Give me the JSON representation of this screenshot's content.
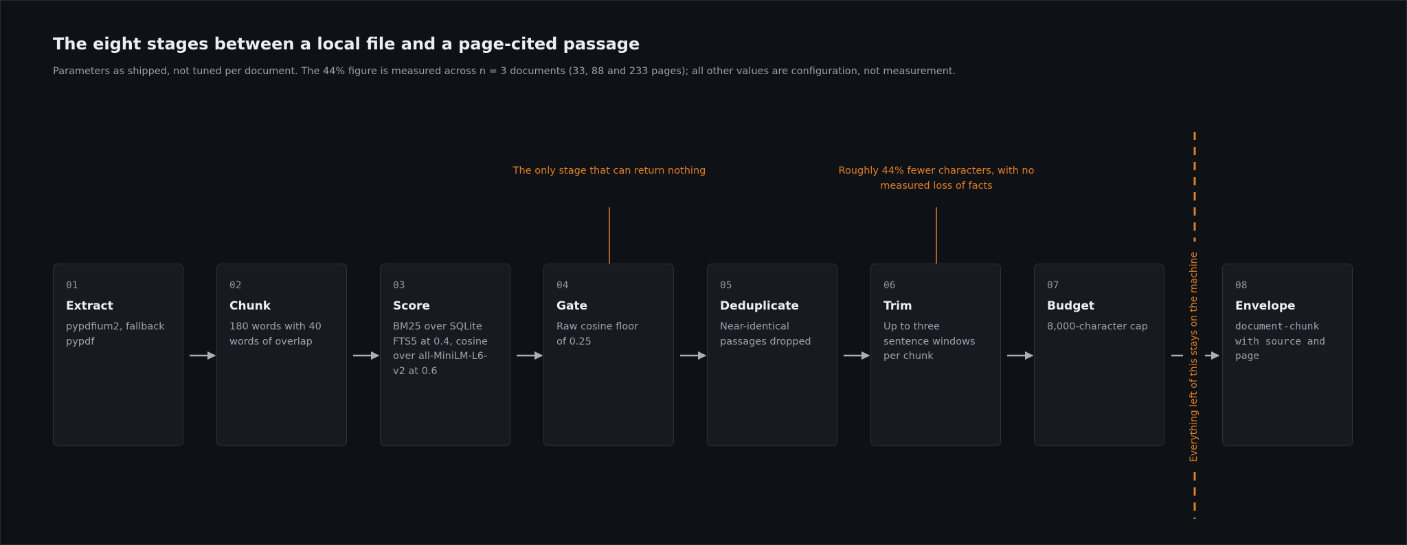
{
  "header": {
    "title": "The eight stages between a local file and a page-cited passage",
    "subtitle": "Parameters as shipped, not tuned per document. The 44% figure is measured across n = 3 documents (33, 88 and 233 pages); all other values are configuration, not measurement."
  },
  "stages": [
    {
      "num": "01",
      "name": "Extract",
      "desc": "pypdfium2, fallback pypdf"
    },
    {
      "num": "02",
      "name": "Chunk",
      "desc": "180 words with 40 words of overlap"
    },
    {
      "num": "03",
      "name": "Score",
      "desc": "BM25 over SQLite FTS5 at 0.4, cosine over all-MiniLM-L6-v2 at 0.6"
    },
    {
      "num": "04",
      "name": "Gate",
      "desc": "Raw cosine floor of 0.25"
    },
    {
      "num": "05",
      "name": "Deduplicate",
      "desc": "Near-identical passages dropped"
    },
    {
      "num": "06",
      "name": "Trim",
      "desc": "Up to three sentence windows per chunk"
    },
    {
      "num": "07",
      "name": "Budget",
      "desc": "8,000-character cap"
    },
    {
      "num": "08",
      "name": "Envelope",
      "desc": "document-chunk with source and page"
    }
  ],
  "callouts": {
    "gate": "The only stage that can return nothing",
    "trim": "Roughly 44% fewer characters, with no measured loss of facts"
  },
  "boundary": {
    "label": "Everything left of this stays on the machine"
  },
  "colors": {
    "background": "#0e1116",
    "card": "#171a20",
    "accent": "#e07f24",
    "arrow": "#a9b0ba"
  }
}
